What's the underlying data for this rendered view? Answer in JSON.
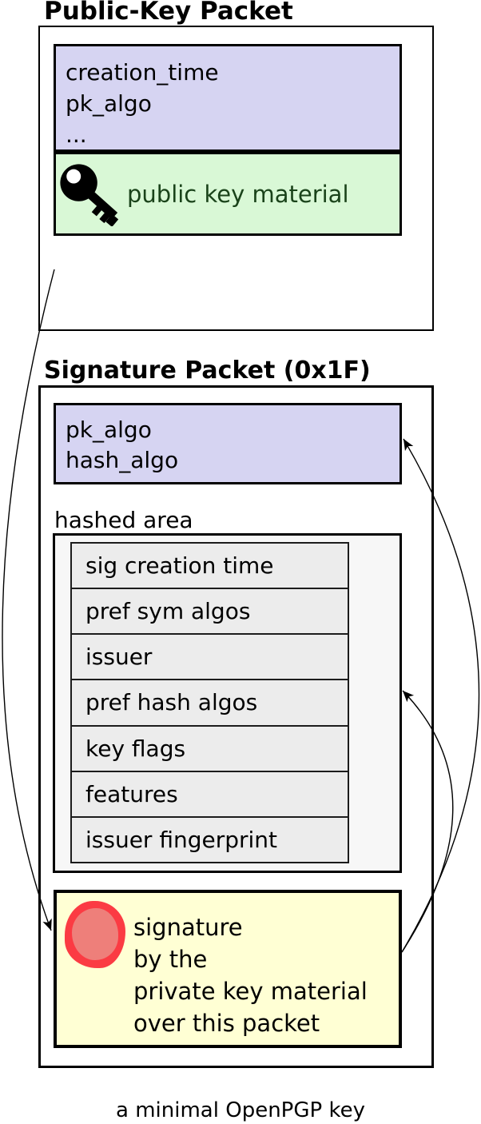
{
  "public_key_packet": {
    "title": "Public-Key Packet",
    "fields": [
      "creation_time",
      "pk_algo",
      "..."
    ],
    "key_material_label": "public key material"
  },
  "signature_packet": {
    "title": "Signature Packet (0x1F)",
    "fields": [
      "pk_algo",
      "hash_algo"
    ],
    "hashed_area_label": "hashed area",
    "subpackets": [
      "sig creation time",
      "pref sym algos",
      "issuer",
      "pref hash algos",
      "key flags",
      "features",
      "issuer fingerprint"
    ],
    "signature_note_lines": [
      "signature",
      "by the",
      "private key material",
      "over this packet"
    ]
  },
  "caption": "a minimal OpenPGP key",
  "colors": {
    "field_box_fill": "#d6d4f2",
    "key_material_fill": "#d9f8d6",
    "key_material_text": "#1a431a",
    "hashed_area_fill": "#f7f7f7",
    "subpacket_row_fill": "#ececec",
    "signature_box_fill": "#ffffd4",
    "seal_outer": "#fb3b43",
    "seal_inner": "#ee7f7a",
    "line_color": "#000000"
  },
  "icons": {
    "key": "key-icon",
    "seal": "wax-seal-icon"
  }
}
